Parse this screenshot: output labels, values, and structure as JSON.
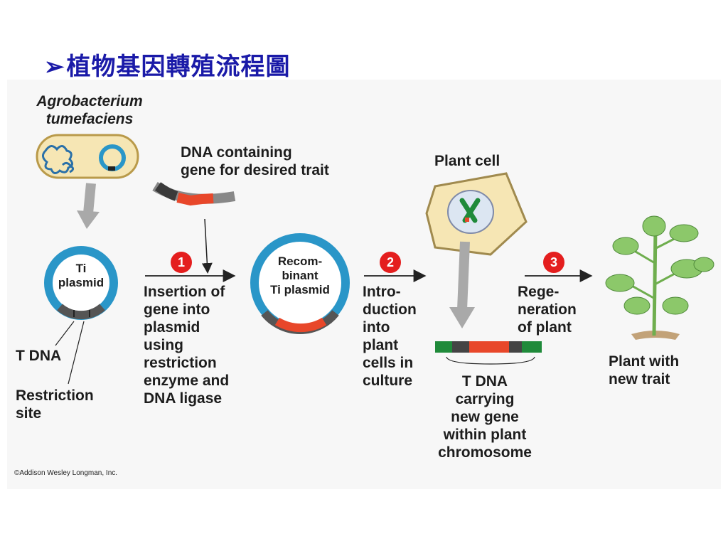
{
  "title": {
    "bullet": "➢",
    "text": "植物基因轉殖流程圖"
  },
  "labels": {
    "agrobacterium": "Agrobacterium\ntumefaciens",
    "dna_containing": "DNA containing\ngene for desired trait",
    "plant_cell": "Plant cell",
    "ti_plasmid": "Ti\nplasmid",
    "recombinant": "Recom-\nbinant\nTi plasmid",
    "t_dna": "T DNA",
    "restriction_site": "Restriction\nsite",
    "step1_text": "Insertion of\ngene into\nplasmid\nusing\nrestriction\nenzyme and\nDNA ligase",
    "step2_text": "Intro-\nduction\ninto\nplant\ncells in\nculture",
    "step3_text": "Rege-\nneration\nof plant",
    "t_dna_carrying": "T DNA\ncarrying\nnew gene\nwithin plant\nchromosome",
    "plant_with": "Plant with\nnew trait"
  },
  "steps": [
    "1",
    "2",
    "3"
  ],
  "copyright": "©Addison Wesley Longman, Inc.",
  "colors": {
    "title": "#1a1aa8",
    "plasmid": "#2a96c8",
    "insert": "#e8472a",
    "step_circle": "#e41e1e",
    "chromosome": "#1f8a3a",
    "cell": "#f6e6b4",
    "plant": "#8cc86a"
  }
}
